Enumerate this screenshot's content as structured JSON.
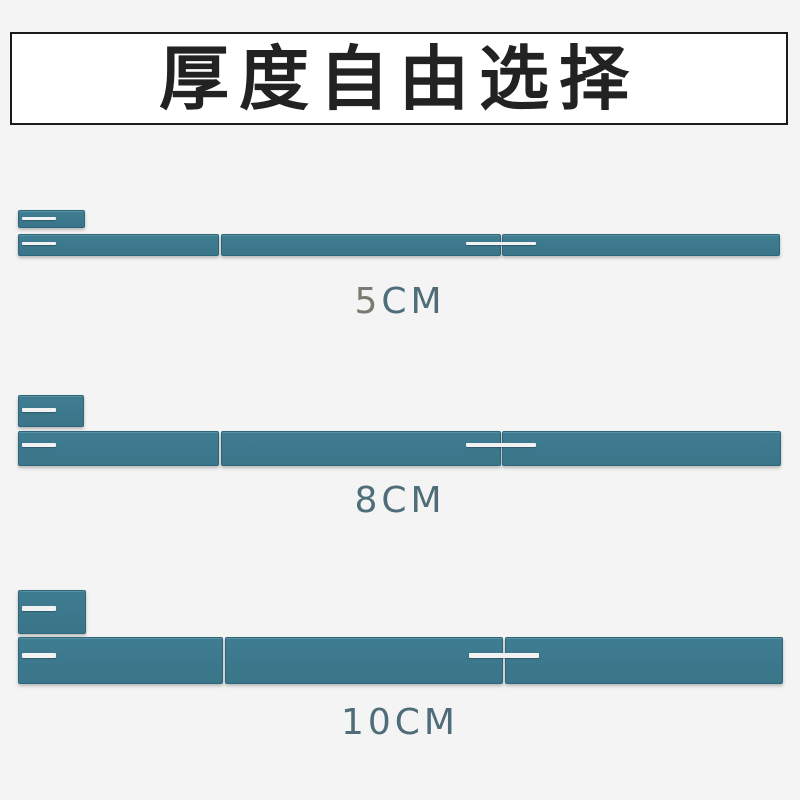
{
  "title": "厚度自由选择",
  "colors": {
    "panel": "#3f7d92",
    "label": "#4e6d78",
    "label_accent": "#7b7a70"
  },
  "options": [
    {
      "label_first": "5",
      "label_rest": "CM"
    },
    {
      "label": "8CM"
    },
    {
      "label": "10CM"
    }
  ]
}
